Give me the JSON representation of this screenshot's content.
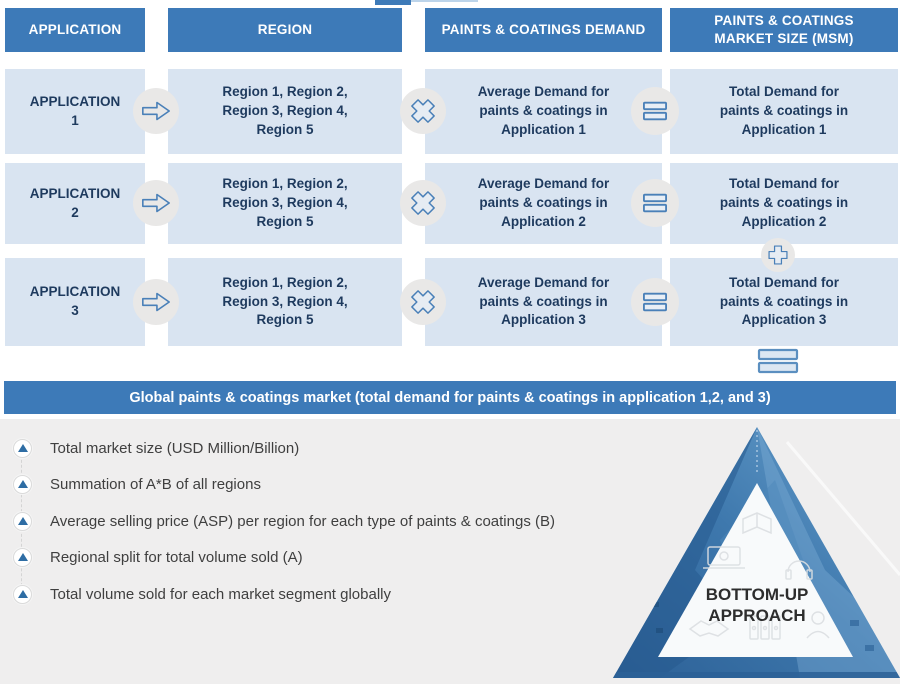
{
  "columns": [
    "APPLICATION",
    "REGION",
    "PAINTS & COATINGS DEMAND",
    "PAINTS & COATINGS\nMARKET SIZE (MSM)"
  ],
  "rows": [
    {
      "application": "APPLICATION\n1",
      "region": "Region 1, Region 2,\nRegion 3, Region 4,\nRegion 5",
      "demand": "Average Demand for\npaints & coatings  in\nApplication 1",
      "market_size": "Total Demand for\npaints & coatings in\nApplication 1"
    },
    {
      "application": "APPLICATION\n2",
      "region": "Region 1, Region 2,\nRegion 3, Region 4,\nRegion 5",
      "demand": "Average Demand for\npaints & coatings  in\nApplication 2",
      "market_size": "Total Demand for\npaints & coatings in\nApplication 2"
    },
    {
      "application": "APPLICATION\n3",
      "region": "Region 1, Region 2,\nRegion 3, Region 4,\nRegion 5",
      "demand": "Average Demand for\npaints & coatings in\nApplication 3",
      "market_size": "Total Demand for\npaints & coatings in\nApplication 3"
    }
  ],
  "operators": {
    "application_to_region": "arrow-right",
    "region_to_demand": "multiply",
    "demand_to_market_size": "equals",
    "sum_of_rows": "plus",
    "result": "equals"
  },
  "banner": {
    "text": "Global paints & coatings market (total demand for paints & coatings in application 1,2, and 3)"
  },
  "key_points": [
    "Total market size (USD Million/Billion)",
    "Summation of A*B of all regions",
    "Average selling price (ASP) per region for each type of paints & coatings (B)",
    "Regional split for total volume sold (A)",
    "Total volume sold for each market segment globally"
  ],
  "pyramid": {
    "label_line1": "BOTTOM-UP",
    "label_line2": "APPROACH"
  },
  "colors": {
    "header_blue": "#3d7ab8",
    "cell_blue": "#d9e4f1",
    "text_navy": "#1e3a5e",
    "icon_blue": "#4a80b8",
    "bullet_blue": "#2e6da4",
    "bottom_gray": "#efeeee",
    "pyramid_blue": "#3e78ad"
  }
}
